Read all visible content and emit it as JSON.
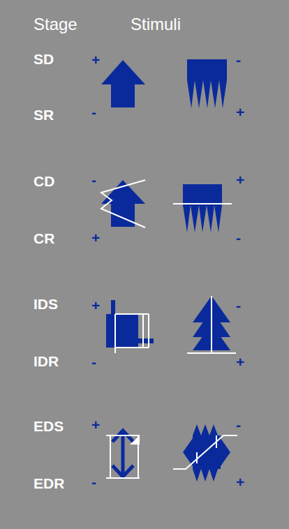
{
  "diagram": {
    "labels": [
      "Stage",
      "Stimuli",
      "SD",
      "+",
      "-",
      "SR",
      "-",
      "+",
      "CD",
      "-",
      "+",
      "CR",
      "+",
      "-",
      "IDS",
      "+",
      "-",
      "IDR",
      "-",
      "+",
      "EDS",
      "+",
      "-",
      "EDR",
      "-",
      "+"
    ]
  }
}
